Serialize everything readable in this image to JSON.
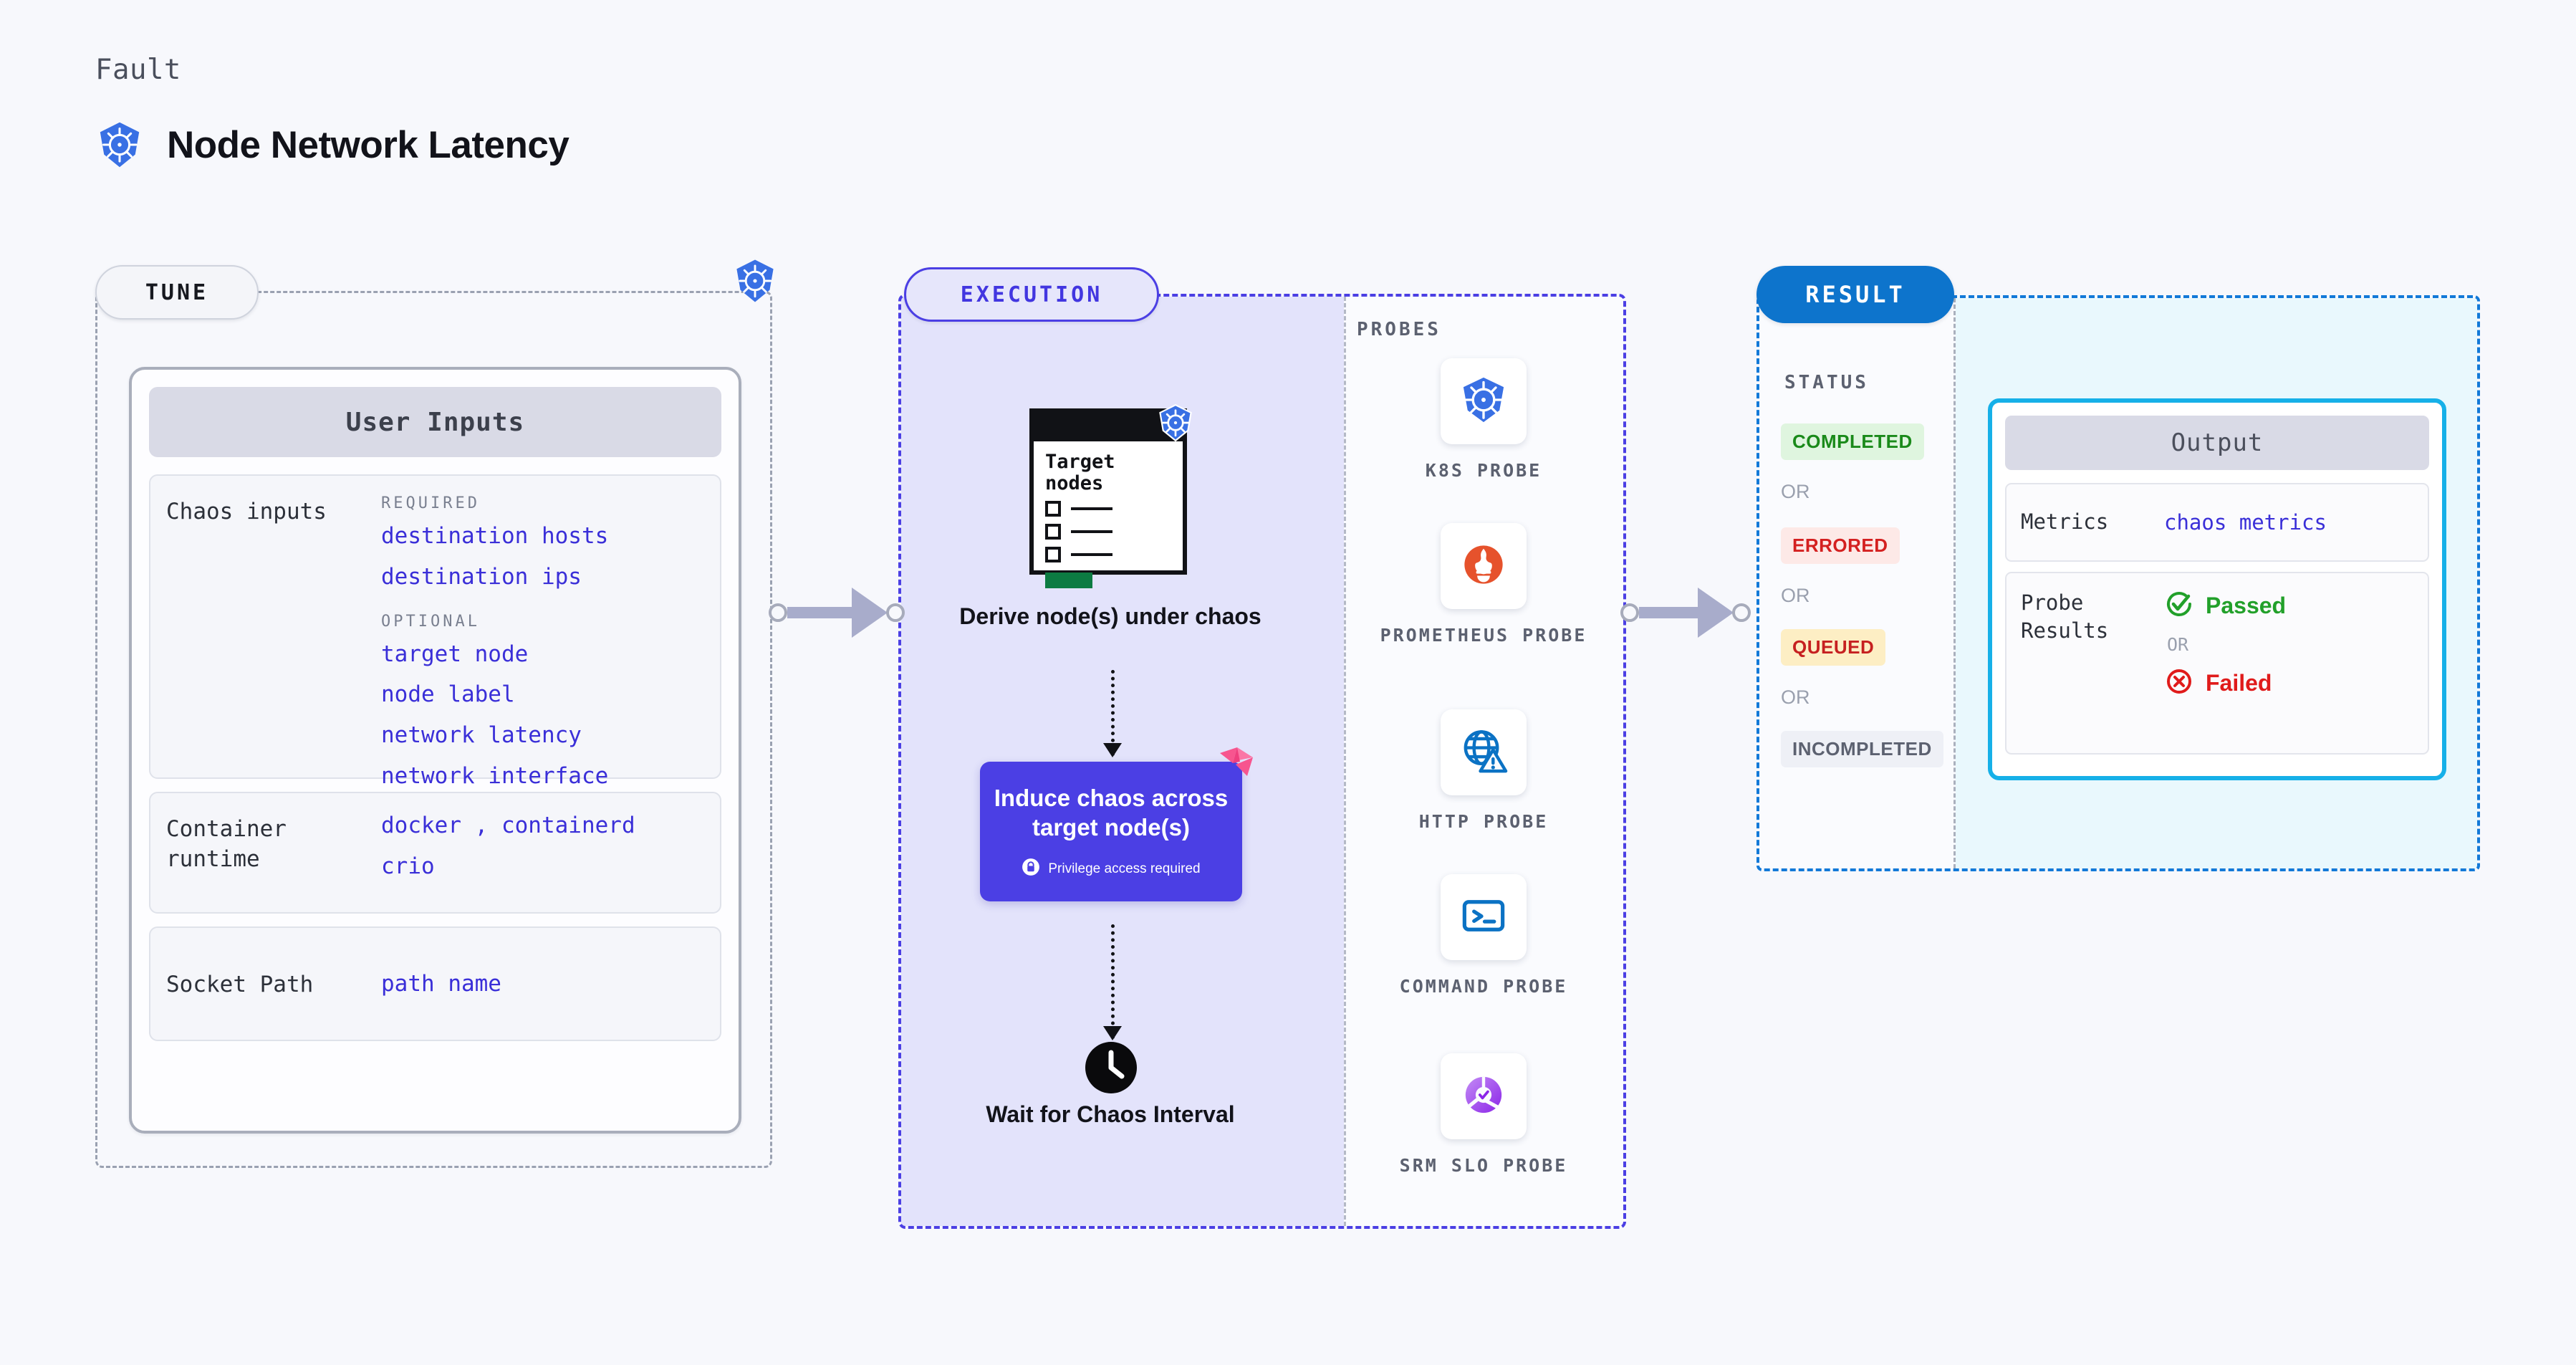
{
  "header": {
    "eyebrow": "Fault",
    "title": "Node Network Latency",
    "logo_icon": "kubernetes-icon"
  },
  "tune": {
    "tab_label": "TUNE",
    "badge_icon": "kubernetes-icon",
    "card_title": "User Inputs",
    "sections": [
      {
        "label": "Chaos inputs",
        "groups": [
          {
            "caption": "REQUIRED",
            "values": [
              "destination hosts",
              "destination ips"
            ]
          },
          {
            "caption": "OPTIONAL",
            "values": [
              "target node",
              "node label",
              "network latency",
              "network interface"
            ]
          }
        ]
      },
      {
        "label": "Container runtime",
        "values": [
          "docker , containerd",
          "crio"
        ]
      },
      {
        "label": "Socket Path",
        "values": [
          "path name"
        ]
      }
    ]
  },
  "execution": {
    "tab_label": "EXECUTION",
    "steps": [
      {
        "card_title": "Target nodes",
        "badge_icon": "kubernetes-icon",
        "caption": "Derive node(s) under chaos"
      },
      {
        "box_text": "Induce chaos across target node(s)",
        "privilege_note": "Privilege access required",
        "privilege_icon": "lock-icon",
        "corner_icon": "litmus-icon"
      },
      {
        "icon": "clock-icon",
        "caption": "Wait for Chaos Interval"
      }
    ],
    "probes_title": "PROBES",
    "probes": [
      {
        "name": "K8S PROBE",
        "icon": "kubernetes-icon"
      },
      {
        "name": "PROMETHEUS PROBE",
        "icon": "prometheus-icon"
      },
      {
        "name": "HTTP PROBE",
        "icon": "globe-warning-icon"
      },
      {
        "name": "COMMAND PROBE",
        "icon": "terminal-icon"
      },
      {
        "name": "SRM SLO PROBE",
        "icon": "srm-slo-icon"
      }
    ]
  },
  "result": {
    "tab_label": "RESULT",
    "status_caption": "STATUS",
    "or_label": "OR",
    "statuses": [
      {
        "label": "COMPLETED",
        "bg": "#dff5df",
        "fg": "#1a8a1a"
      },
      {
        "label": "ERRORED",
        "bg": "#fde9e7",
        "fg": "#d42020"
      },
      {
        "label": "QUEUED",
        "bg": "#fdeec4",
        "fg": "#c62020"
      },
      {
        "label": "INCOMPLETED",
        "bg": "#eef0f6",
        "fg": "#5c6170"
      }
    ],
    "output": {
      "title": "Output",
      "metrics_label": "Metrics",
      "metrics_value": "chaos metrics",
      "probe_results_label": "Probe Results",
      "passed_label": "Passed",
      "passed_icon": "check-circle-icon",
      "failed_label": "Failed",
      "failed_icon": "x-circle-icon",
      "or_label": "OR"
    }
  },
  "colors": {
    "accent_purple": "#4b3fe4",
    "accent_blue": "#0d74cc",
    "accent_cyan": "#16b0e8",
    "value_blue": "#3a2fd8",
    "pink": "#f7558f"
  }
}
